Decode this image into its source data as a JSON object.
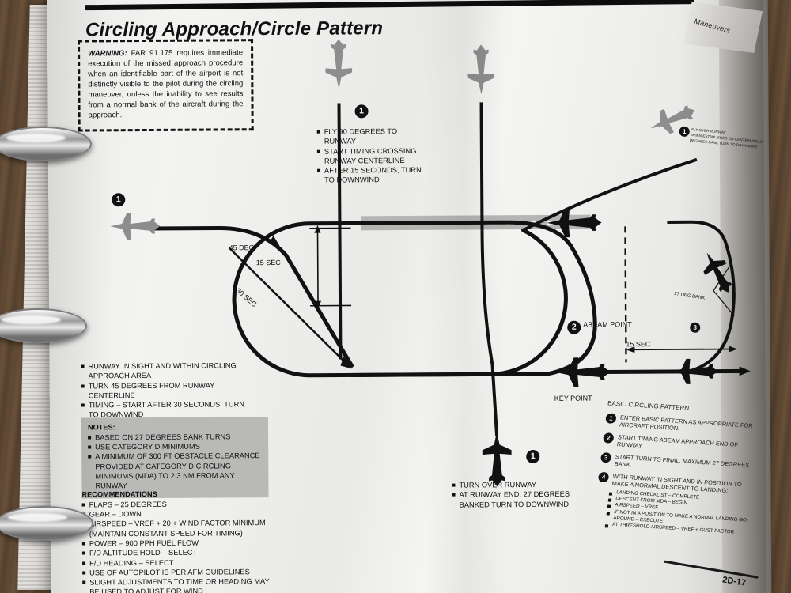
{
  "document": {
    "title": "Circling Approach/Circle Pattern",
    "tab_label": "Maneuvers",
    "page_number": "2D-17"
  },
  "warning": {
    "label": "WARNING:",
    "text": " FAR 91.175 requires immediate execution of the missed approach procedure when an identifiable part of the airport is not distinctly visible to the pilot during the circling maneuver, unless the inability to see results from a normal bank of the aircraft during the approach."
  },
  "callouts": {
    "top_center": {
      "marker": "1",
      "items": [
        "FLY 90 DEGREES TO RUNWAY",
        "START TIMING CROSSING RUNWAY CENTERLINE",
        "AFTER 15 SECONDS, TURN TO DOWNWIND"
      ]
    },
    "left_pattern": {
      "items": [
        "RUNWAY IN SIGHT AND WITHIN CIRCLING APPROACH AREA",
        "TURN 45 DEGREES FROM RUNWAY CENTERLINE",
        "TIMING – START AFTER 30 SECONDS, TURN TO DOWNWIND"
      ]
    },
    "bottom_center": {
      "items": [
        "TURN OVER RUNWAY",
        "AT RUNWAY END, 27 DEGREES BANKED TURN TO DOWNWIND"
      ]
    },
    "top_right": {
      "marker": "1",
      "items": [
        "FLY OVER RUNWAY",
        "WHEN ESTABLISHED ON CENTERLINE, 27",
        "DEGREES BANK TURN TO DOWNWIND"
      ]
    }
  },
  "diagram": {
    "dim_45_deg": "45 DEG",
    "dim_30_sec": "30 SEC",
    "dim_15_sec_left": "15 SEC",
    "dim_15_sec_right": "15 SEC",
    "abeam_point": "ABEAM POINT",
    "abeam_marker": "2",
    "key_point": "KEY POINT",
    "bank_label": "27 DEG BANK",
    "markers": {
      "left": "1",
      "top_center": "1",
      "bottom_center": "1",
      "right_upper": "1",
      "right_lower": "3"
    }
  },
  "notes": {
    "heading": "NOTES:",
    "items": [
      "BASED ON 27 DEGREES BANK TURNS",
      "USE CATEGORY D MINIMUMS",
      "A MINIMUM OF 300 FT OBSTACLE CLEARANCE PROVIDED AT CATEGORY D CIRCLING MINIMUMS (MDA) TO 2.3 NM FROM ANY RUNWAY"
    ]
  },
  "recommendations": {
    "heading": "RECOMMENDATIONS",
    "items": [
      "FLAPS – 25 DEGREES",
      "GEAR – DOWN",
      "AIRSPEED – VREF + 20 + WIND FACTOR MINIMUM",
      "POWER – 900 PPH FUEL FLOW",
      "F/D ALTITUDE HOLD – SELECT",
      "F/D HEADING – SELECT",
      "USE OF AUTOPILOT IS PER AFM GUIDELINES",
      "SLIGHT ADJUSTMENTS TO TIME OR HEADING MAY BE USED TO ADJUST FOR WIND"
    ],
    "airspeed_sub": "(MAINTAIN CONSTANT SPEED FOR TIMING)"
  },
  "legend": {
    "heading": "BASIC CIRCLING PATTERN",
    "steps": [
      {
        "n": "1",
        "text": "ENTER BASIC PATTERN AS APPROPRIATE FOR AIRCRAFT POSITION."
      },
      {
        "n": "2",
        "text": "START TIMING ABEAM APPROACH END OF RUNWAY."
      },
      {
        "n": "3",
        "text": "START TURN TO FINAL. MAXIMUM 27 DEGREES BANK."
      },
      {
        "n": "4",
        "text": "WITH RUNWAY IN SIGHT AND IN POSITION TO MAKE A NORMAL DESCENT TO LANDING:"
      }
    ],
    "sub_items": [
      "LANDING CHECKLIST – COMPLETE",
      "DESCENT FROM MDA – BEGIN",
      "AIRSPEED – VREF",
      "IF NOT IN A POSITION TO MAKE A NORMAL LANDING GO-AROUND – EXECUTE",
      "AT THRESHOLD AIRSPEED – VREF + GUST FACTOR"
    ]
  },
  "colors": {
    "ink": "#111111",
    "aircraft_grey": "#8d8d8d",
    "runway_grey": "#b5b5b3",
    "notes_bg": "#b9b9b7"
  }
}
